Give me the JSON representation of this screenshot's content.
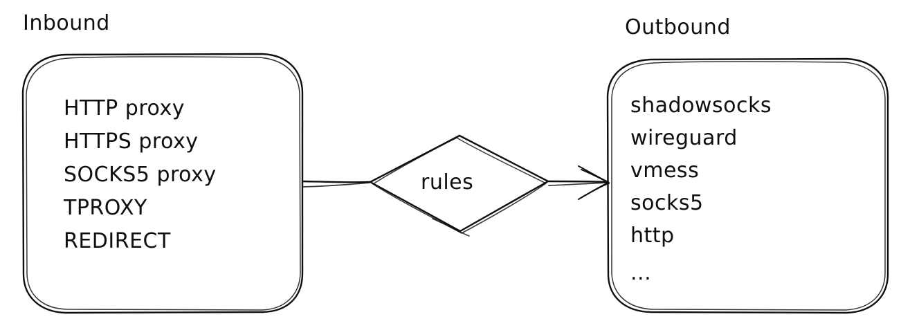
{
  "diagram": {
    "title_style": "hand-drawn",
    "background_color": "#ffffff",
    "stroke_color": "#0f0f0f",
    "nodes": {
      "inbound": {
        "label": "Inbound",
        "shape": "rounded-rectangle",
        "items": [
          "HTTP proxy",
          "HTTPS proxy",
          "SOCKS5 proxy",
          "TPROXY",
          "REDIRECT"
        ]
      },
      "outbound": {
        "label": "Outbound",
        "shape": "rounded-rectangle",
        "items": [
          "shadowsocks",
          "wireguard",
          "vmess",
          "socks5",
          "http",
          "..."
        ]
      },
      "rules": {
        "label": "rules",
        "shape": "diamond"
      }
    },
    "edges": [
      {
        "from": "inbound",
        "to": "rules",
        "arrowhead": "none"
      },
      {
        "from": "rules",
        "to": "outbound",
        "arrowhead": "arrow"
      }
    ]
  }
}
